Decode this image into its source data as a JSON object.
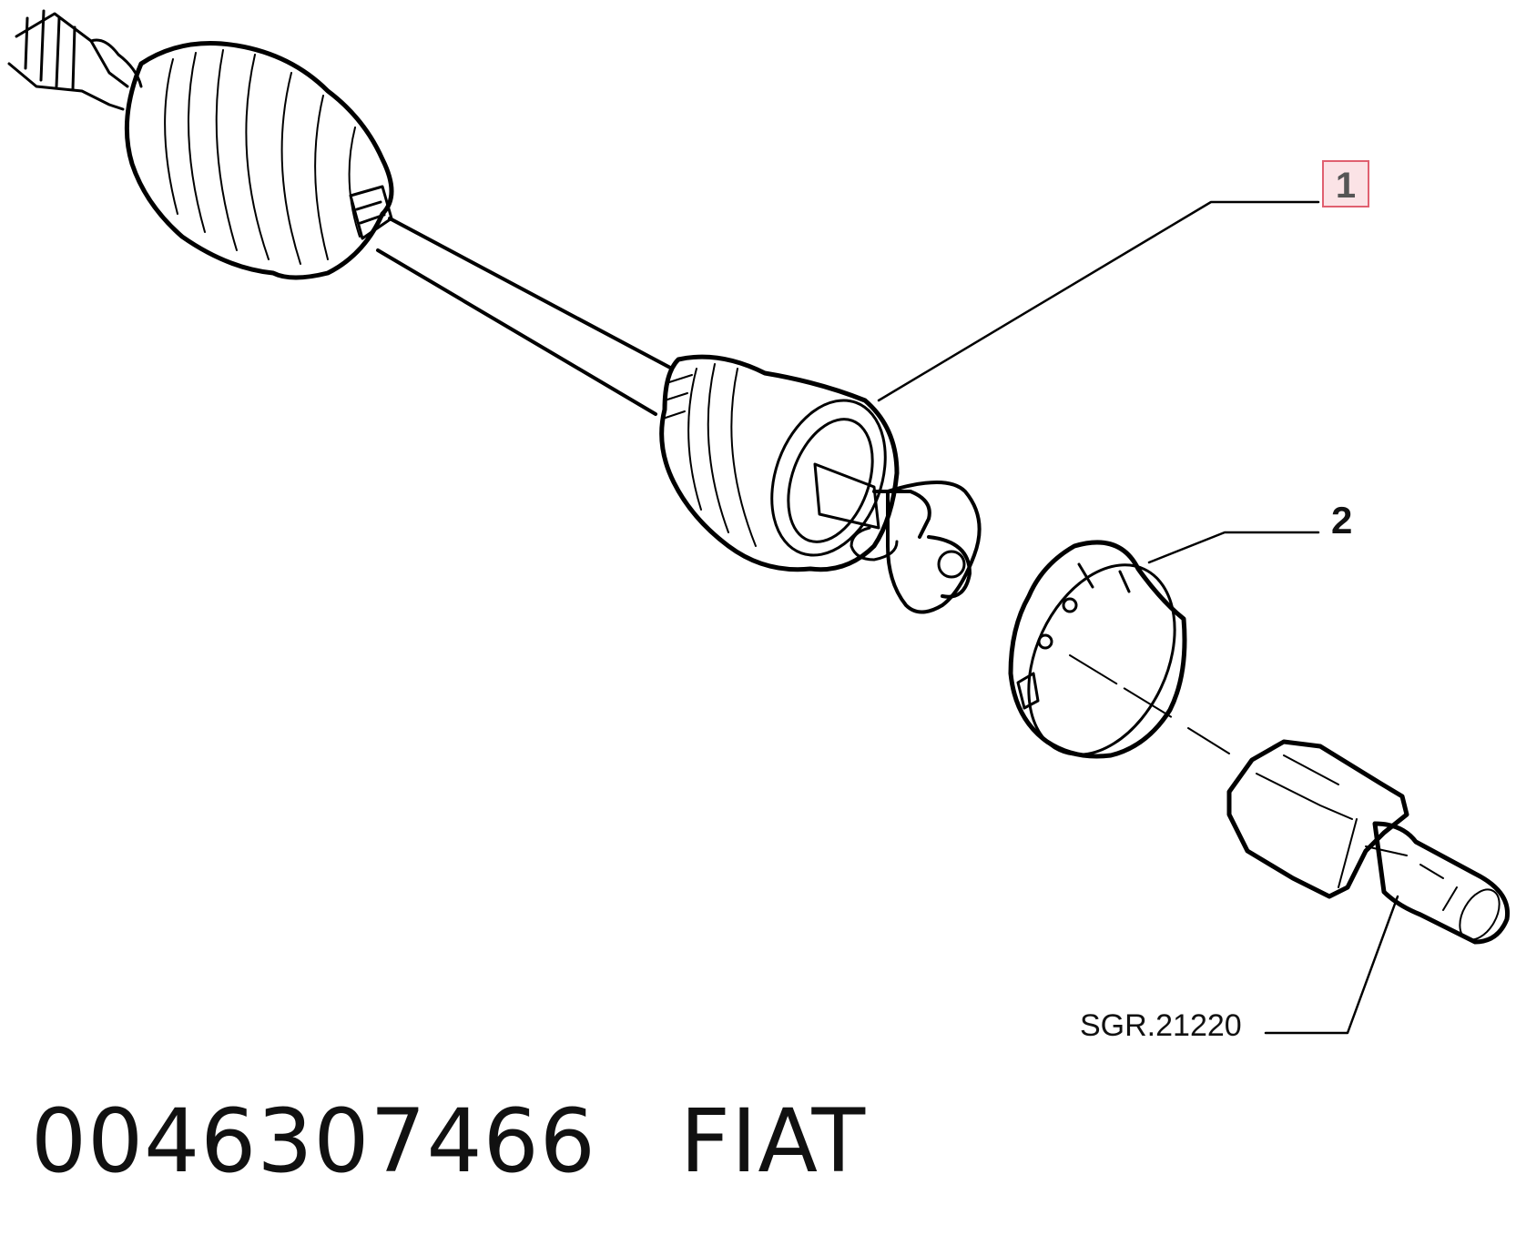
{
  "callouts": [
    {
      "label": "1"
    },
    {
      "label": "2"
    }
  ],
  "reference_label": "SGR.21220",
  "part_number": "0046307466",
  "brand": "FIAT",
  "colors": {
    "line": "#000000",
    "highlight_border": "#e06070",
    "highlight_fill": "#fbe3e6"
  }
}
